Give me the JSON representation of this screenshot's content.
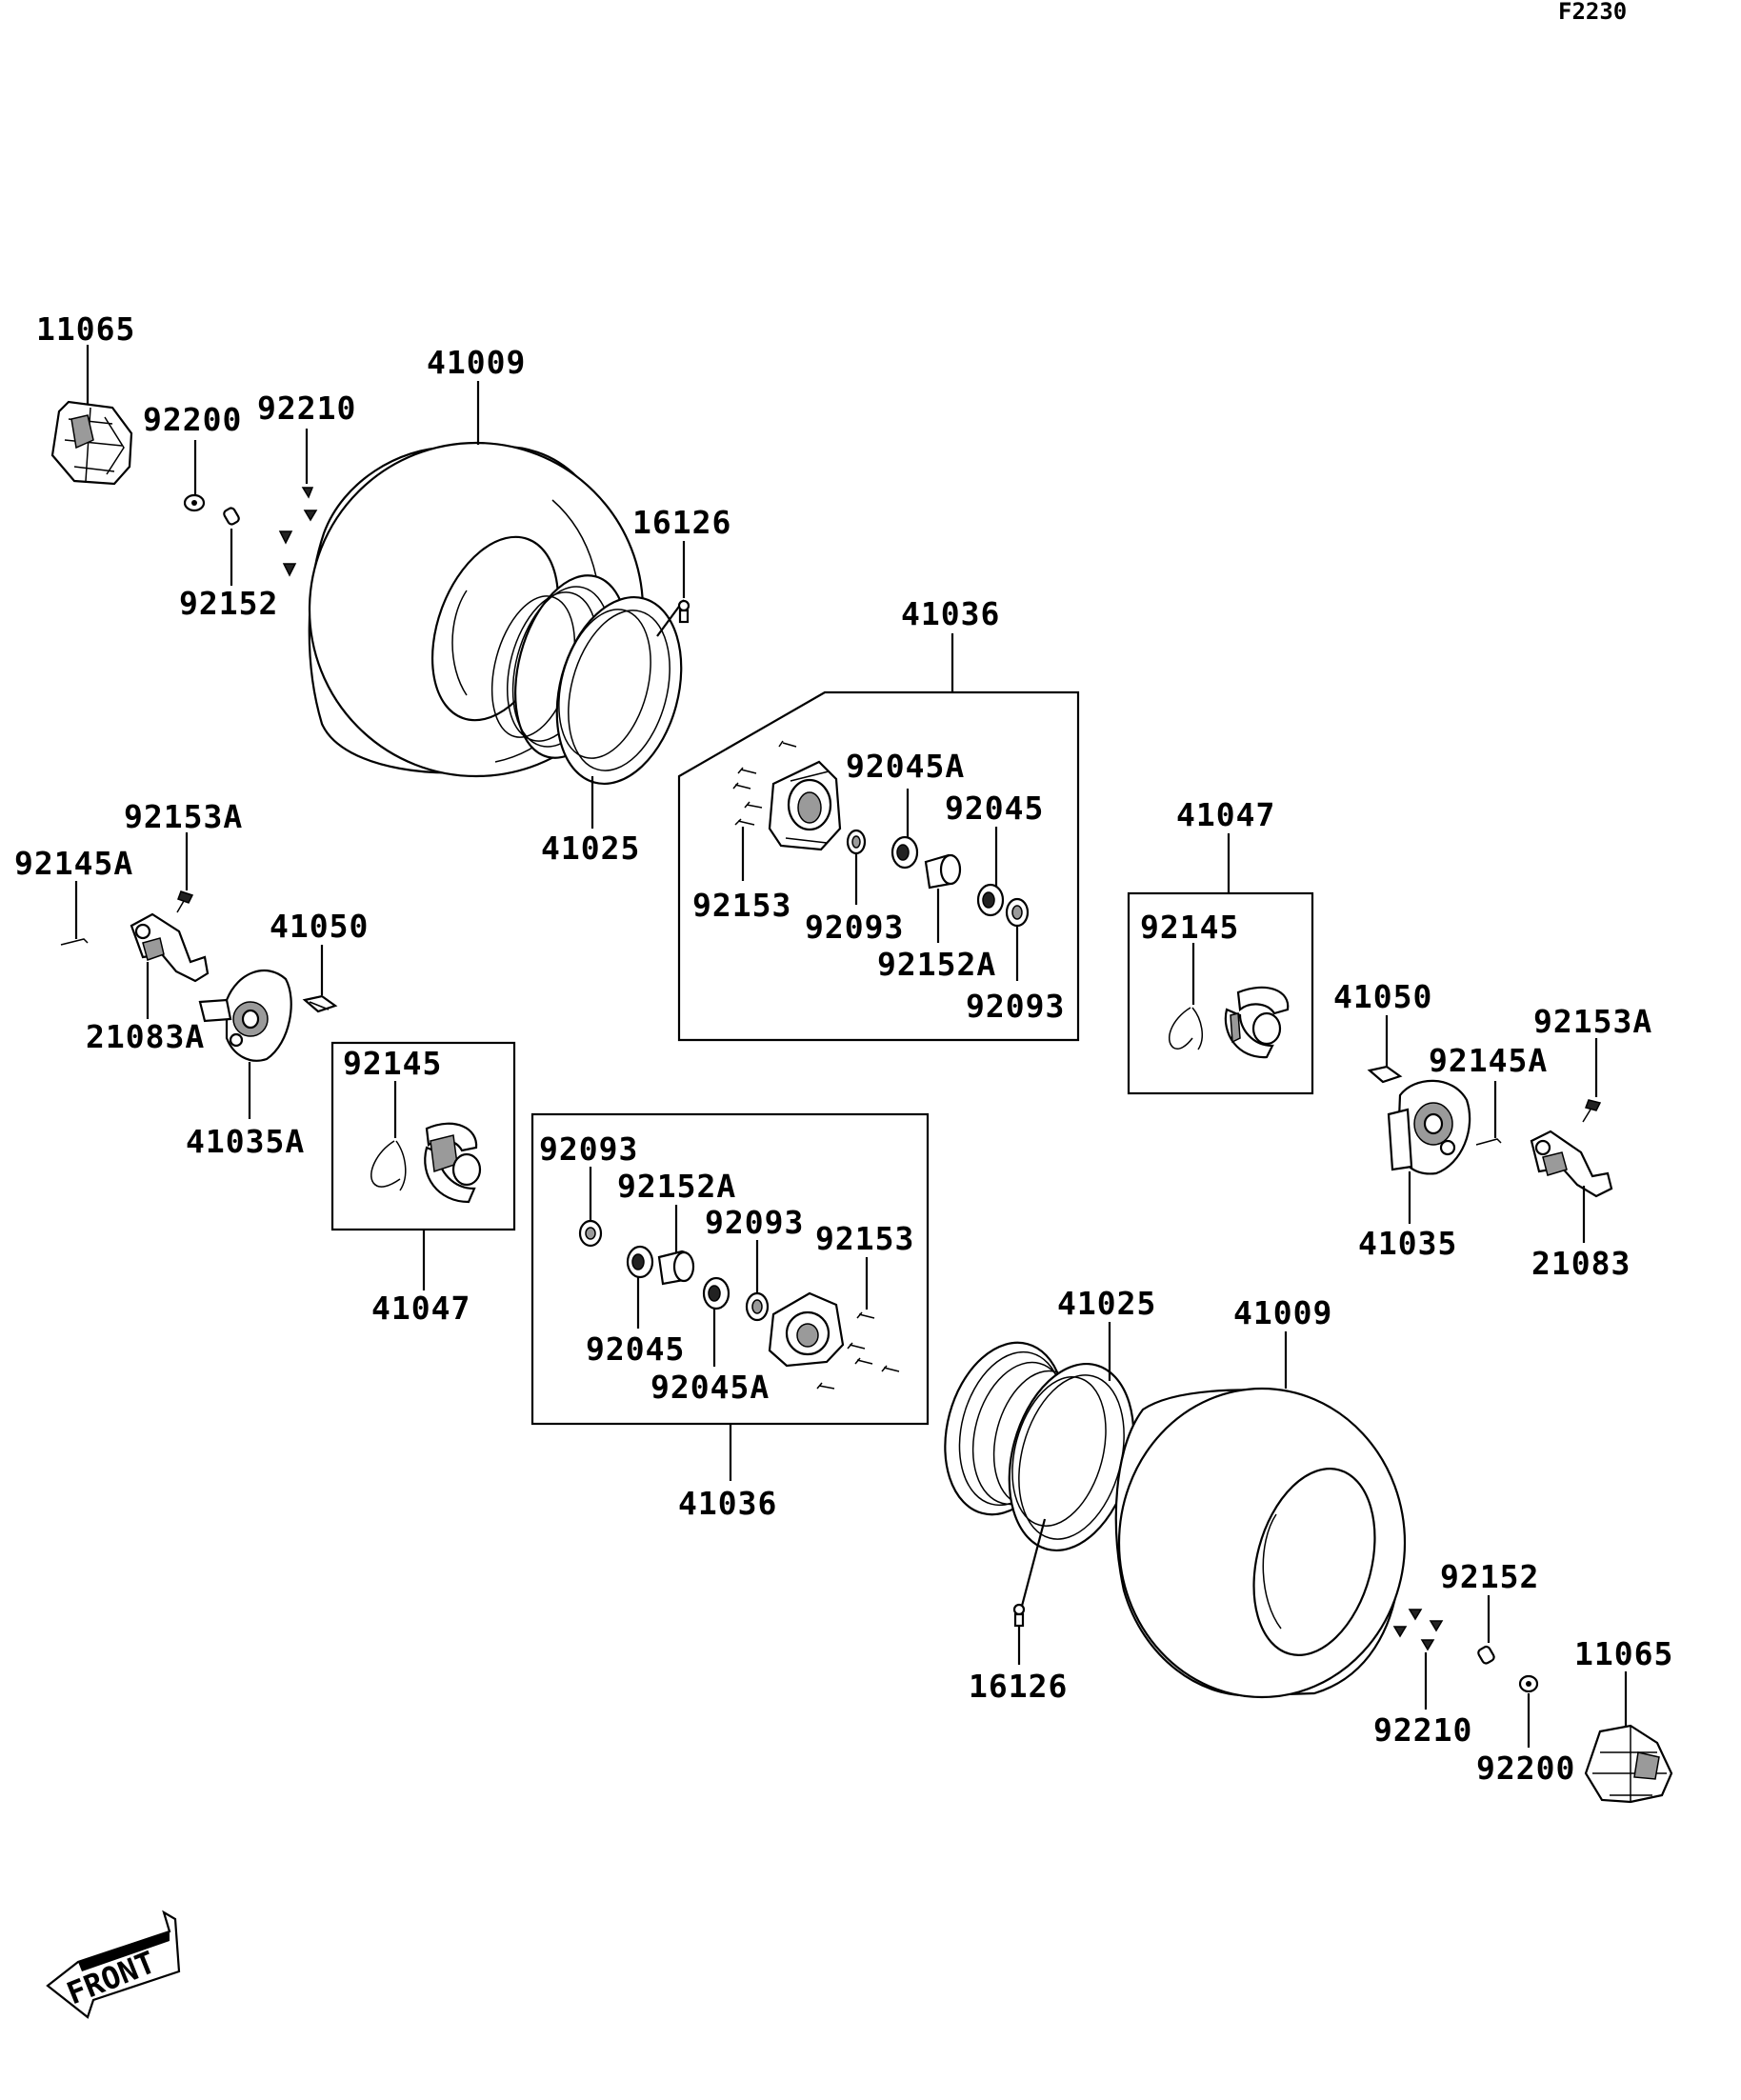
{
  "figure_code": "F2230",
  "front_marker": "FRONT",
  "labels": {
    "l11065_top": "11065",
    "l41009_top": "41009",
    "l92200_top": "92200",
    "l92210_top": "92210",
    "l92152_top": "92152",
    "l16126_top": "16126",
    "l41025_top": "41025",
    "l41036_top": "41036",
    "l92045A_top": "92045A",
    "l92045_top": "92045",
    "l92153_top": "92153",
    "l92093_top_a": "92093",
    "l92152A_top": "92152A",
    "l92093_top_b": "92093",
    "l41047_right": "41047",
    "l92145_right": "92145",
    "l92153A_left": "92153A",
    "l92145A_left": "92145A",
    "l41050_left": "41050",
    "l21083A": "21083A",
    "l41035A": "41035A",
    "l92145_left": "92145",
    "l41047_left": "41047",
    "l41050_right": "41050",
    "l92153A_right": "92153A",
    "l92145A_right": "92145A",
    "l41035": "41035",
    "l21083": "21083",
    "l92093_bot_a": "92093",
    "l92152A_bot": "92152A",
    "l92093_bot_b": "92093",
    "l92153_bot": "92153",
    "l92045_bot": "92045",
    "l92045A_bot": "92045A",
    "l41036_bot": "41036",
    "l41025_bot": "41025",
    "l41009_bot": "41009",
    "l16126_bot": "16126",
    "l92152_bot": "92152",
    "l11065_bot": "11065",
    "l92210_bot": "92210",
    "l92200_bot": "92200"
  }
}
